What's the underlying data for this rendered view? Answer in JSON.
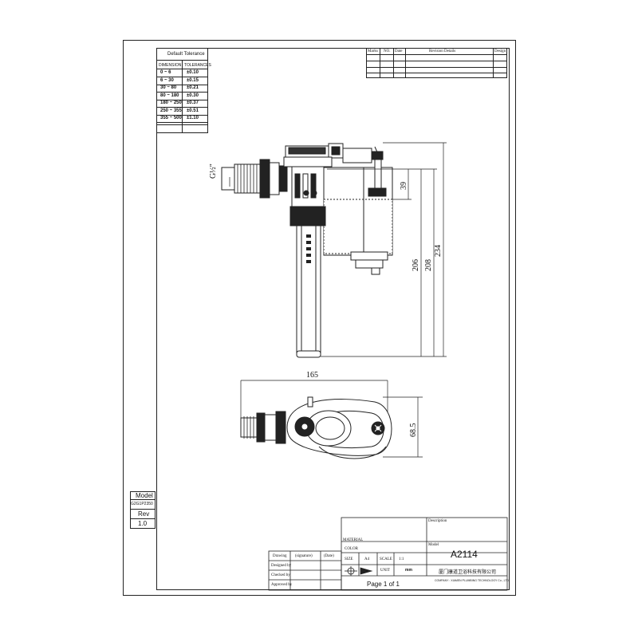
{
  "tolerance_table": {
    "title": "Default Tolerance",
    "col_dimension": "DIMENSION",
    "col_tolerances": "TOLERANCES",
    "rows": [
      {
        "dim": "0 ~ 6",
        "tol": "±0.10"
      },
      {
        "dim": "6 ~ 30",
        "tol": "±0.15"
      },
      {
        "dim": "30 ~ 80",
        "tol": "±0.21"
      },
      {
        "dim": "80 ~ 180",
        "tol": "±0.30"
      },
      {
        "dim": "180 ~ 250",
        "tol": "±0.37"
      },
      {
        "dim": "250 ~ 355",
        "tol": "±0.51"
      },
      {
        "dim": "355 ~ 500",
        "tol": "±1.10"
      }
    ]
  },
  "revision_table": {
    "col_marks": "Marks",
    "col_no": "NO.",
    "col_date": "Date",
    "col_details": "Revision Details",
    "col_design": "Design"
  },
  "side_model": {
    "model_label": "Model",
    "model_value": "G2G1P2350",
    "rev_label": "Rev",
    "rev_value": "1.0"
  },
  "dimensions": {
    "thread": "G½\"",
    "d39": "39",
    "d206": "206",
    "d208": "208",
    "d234": "234",
    "d165": "165",
    "d68_5": "68.5"
  },
  "title_block": {
    "description_label": "Description",
    "material_label": "MATERIAL",
    "model_label": "Model",
    "model_value": "A2114",
    "color_label": "COLOR",
    "size_label": "SIZE",
    "size_value": "A4",
    "scale_label": "SCALE",
    "scale_value": "1:1",
    "unit_label": "UNIT",
    "unit_value": "mm",
    "page_text": "Page 1 of 1",
    "company_cn": "厦门康道卫浴科技有限公司",
    "company_en": "COMPANY : XIAMEN   PLUMBING TECHNOLOGY Co., LTD",
    "drawing_label": "Drawing",
    "signature_label": "(signature)",
    "date_label": "(Date)",
    "designed_by": "Designed by",
    "checked_by": "Checked by",
    "approved_by": "Approved by"
  }
}
